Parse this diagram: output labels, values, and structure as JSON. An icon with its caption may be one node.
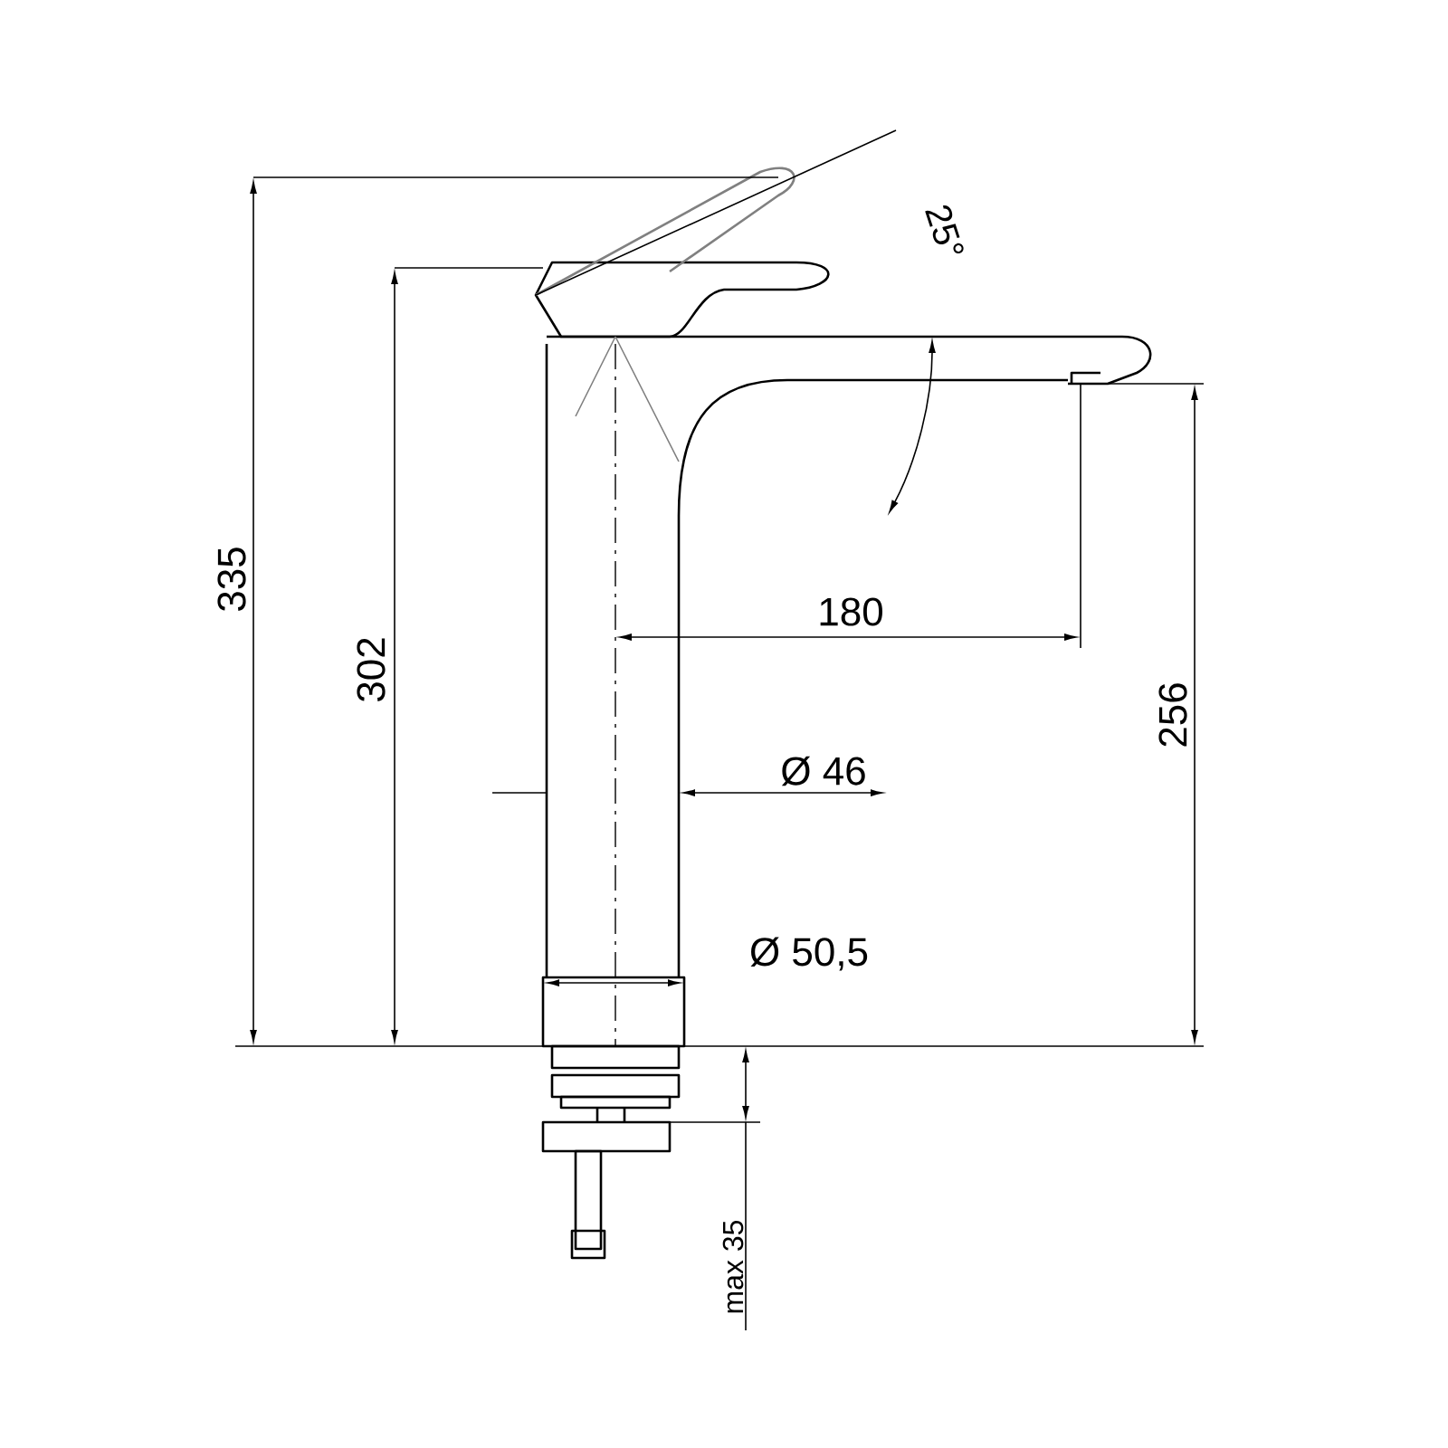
{
  "diagram": {
    "labels": [
      "25°",
      "335",
      "180",
      "302",
      "256",
      "Ø 46",
      "Ø 50,5",
      "max 35"
    ]
  }
}
